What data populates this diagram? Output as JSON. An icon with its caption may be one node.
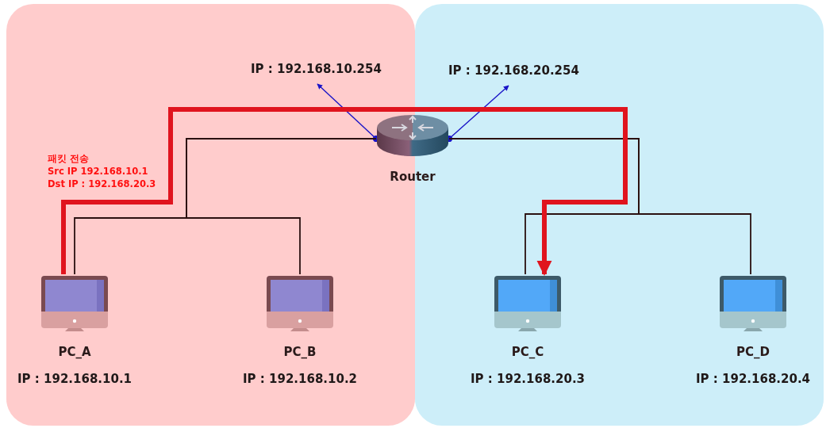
{
  "diagram": {
    "nodes": [
      {
        "text": [
          "IP : 192.168.10.254"
        ]
      },
      {
        "text": [
          "IP : 192.168.20.254"
        ]
      },
      {
        "text": [
          "Router"
        ]
      },
      {
        "text": [
          "PC_A"
        ],
        "beside": [
          "IP : 192.168.10.1"
        ]
      },
      {
        "text": [
          "PC_B"
        ],
        "beside": [
          "IP : 192.168.10.2"
        ]
      },
      {
        "text": [
          "PC_C"
        ],
        "beside": [
          "IP : 192.168.20.3"
        ]
      },
      {
        "text": [
          "PC_D"
        ],
        "beside": [
          "IP : 192.168.20.4"
        ]
      }
    ],
    "edges": [
      {
        "from": 2,
        "to": 0,
        "arrow": "to",
        "color": "#1a14c8"
      },
      {
        "from": 2,
        "to": 1,
        "arrow": "to",
        "color": "#1a14c8"
      },
      {
        "from": 2,
        "to": 3,
        "arrow": "none"
      },
      {
        "from": 2,
        "to": 4,
        "arrow": "none"
      },
      {
        "from": 2,
        "to": 5,
        "arrow": "none"
      },
      {
        "from": 2,
        "to": 6,
        "arrow": "none"
      },
      {
        "from": 3,
        "to": 5,
        "arrow": "to",
        "style": "thick",
        "color": "#e0141e"
      }
    ],
    "labels": [
      "패킷 전송",
      "Src IP 192.168.10.1",
      "Dst IP : 192.168.20.3"
    ]
  }
}
